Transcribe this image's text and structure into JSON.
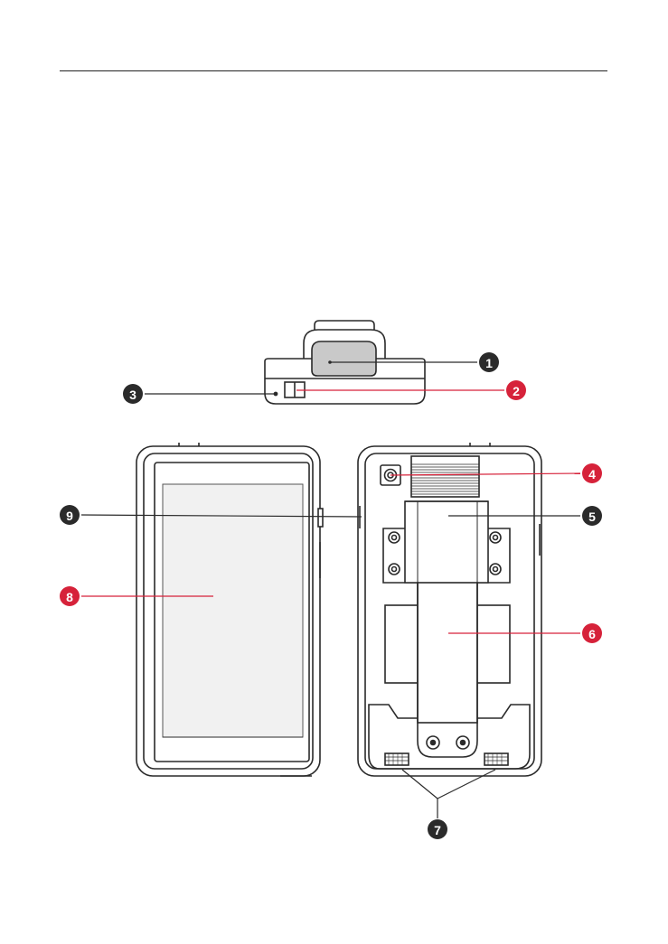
{
  "callouts": [
    {
      "id": "1",
      "label": "1",
      "color": "#2b2b2b"
    },
    {
      "id": "2",
      "label": "2",
      "color": "#d6223a"
    },
    {
      "id": "3",
      "label": "3",
      "color": "#2b2b2b"
    },
    {
      "id": "4",
      "label": "4",
      "color": "#d6223a"
    },
    {
      "id": "5",
      "label": "5",
      "color": "#2b2b2b"
    },
    {
      "id": "6",
      "label": "6",
      "color": "#d6223a"
    },
    {
      "id": "7",
      "label": "7",
      "color": "#2b2b2b"
    },
    {
      "id": "8",
      "label": "8",
      "color": "#d6223a"
    },
    {
      "id": "9",
      "label": "9",
      "color": "#2b2b2b"
    }
  ],
  "colors": {
    "outline": "#2a2a2a",
    "screen_fill": "#f1f1f1",
    "accent_red": "#d6223a",
    "dark": "#2b2b2b"
  }
}
